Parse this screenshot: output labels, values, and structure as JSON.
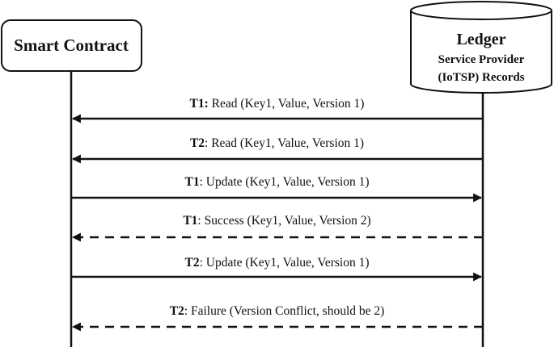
{
  "participants": {
    "smart_contract": {
      "label": "Smart Contract"
    },
    "ledger": {
      "title": "Ledger",
      "line1": "Service Provider",
      "line2": "(IoTSP) Records"
    }
  },
  "messages": [
    {
      "tid": "T1:",
      "rest": " Read (Key1, Value, Version 1)",
      "direction": "to-left",
      "style": "solid"
    },
    {
      "tid": "T2",
      "rest": ": Read (Key1, Value, Version 1)",
      "direction": "to-left",
      "style": "solid"
    },
    {
      "tid": "T1",
      "rest": ": Update (Key1, Value, Version 1)",
      "direction": "to-right",
      "style": "solid"
    },
    {
      "tid": "T1",
      "rest": ": Success (Key1, Value, Version 2)",
      "direction": "to-left",
      "style": "dashed"
    },
    {
      "tid": "T2",
      "rest": ": Update (Key1, Value, Version 1)",
      "direction": "to-right",
      "style": "solid"
    },
    {
      "tid": "T2",
      "rest": ": Failure (Version Conflict, should be 2)",
      "direction": "to-left",
      "style": "dashed"
    }
  ],
  "colors": {
    "stroke": "#111111",
    "background": "#ffffff"
  }
}
